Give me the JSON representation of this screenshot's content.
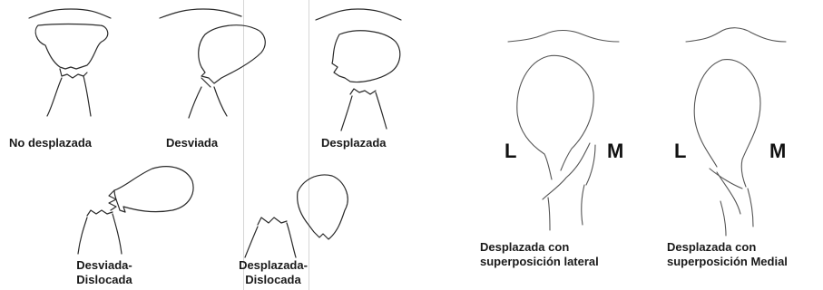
{
  "figure": {
    "panels": [
      {
        "id": "no-desplazada",
        "label": "No desplazada"
      },
      {
        "id": "desviada",
        "label": "Desviada"
      },
      {
        "id": "desplazada",
        "label": "Desplazada"
      },
      {
        "id": "desviada-dislocada",
        "label_line1": "Desviada-",
        "label_line2": "Dislocada"
      },
      {
        "id": "desplazada-dislocada",
        "label_line1": "Desplazada-",
        "label_line2": "Dislocada"
      },
      {
        "id": "superposicion-lateral",
        "label_line1": "Desplazada con",
        "label_line2": "superposición lateral",
        "left_letter": "L",
        "right_letter": "M"
      },
      {
        "id": "superposicion-medial",
        "label_line1": "Desplazada con",
        "label_line2": "superposición Medial",
        "left_letter": "L",
        "right_letter": "M"
      }
    ]
  }
}
